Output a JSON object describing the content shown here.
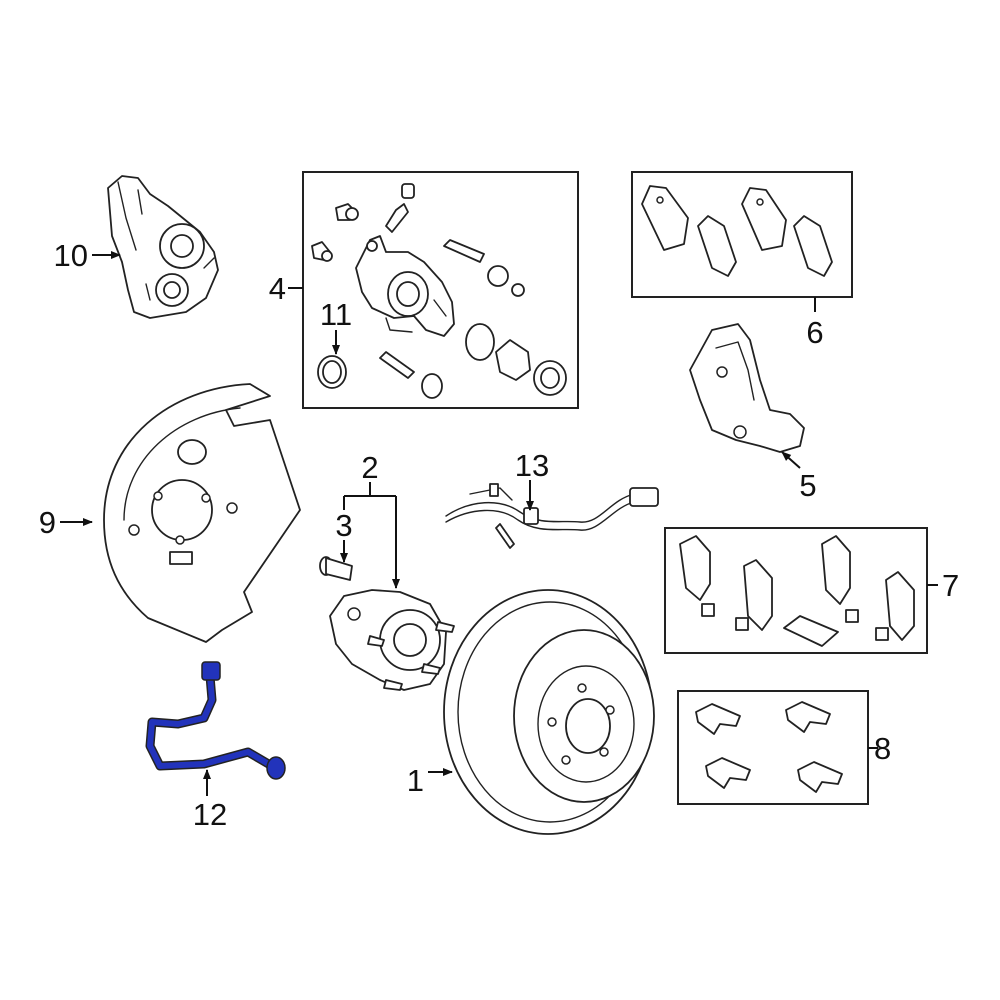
{
  "callouts": {
    "c1": "1",
    "c2": "2",
    "c3": "3",
    "c4": "4",
    "c5": "5",
    "c6": "6",
    "c7": "7",
    "c8": "8",
    "c9": "9",
    "c10": "10",
    "c11": "11",
    "c12": "12",
    "c13": "13"
  },
  "colors": {
    "line": "#222222",
    "highlight": "#2233bb",
    "background": "#ffffff"
  }
}
